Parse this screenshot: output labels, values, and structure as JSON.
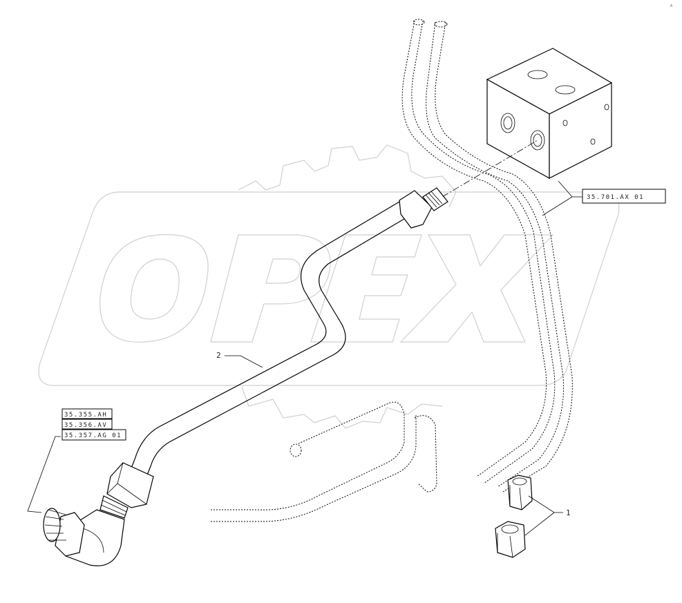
{
  "diagram": {
    "watermark": "OPEX",
    "sheet_mark": "A",
    "callouts": [
      {
        "id": "item-2",
        "label": "2"
      },
      {
        "id": "item-1",
        "label": "1"
      }
    ],
    "references": {
      "valve_block": "35.701.AX 01",
      "elbow_stack": [
        "35.355.AH",
        "35.356.AV",
        "35.357.AG 01"
      ]
    }
  }
}
